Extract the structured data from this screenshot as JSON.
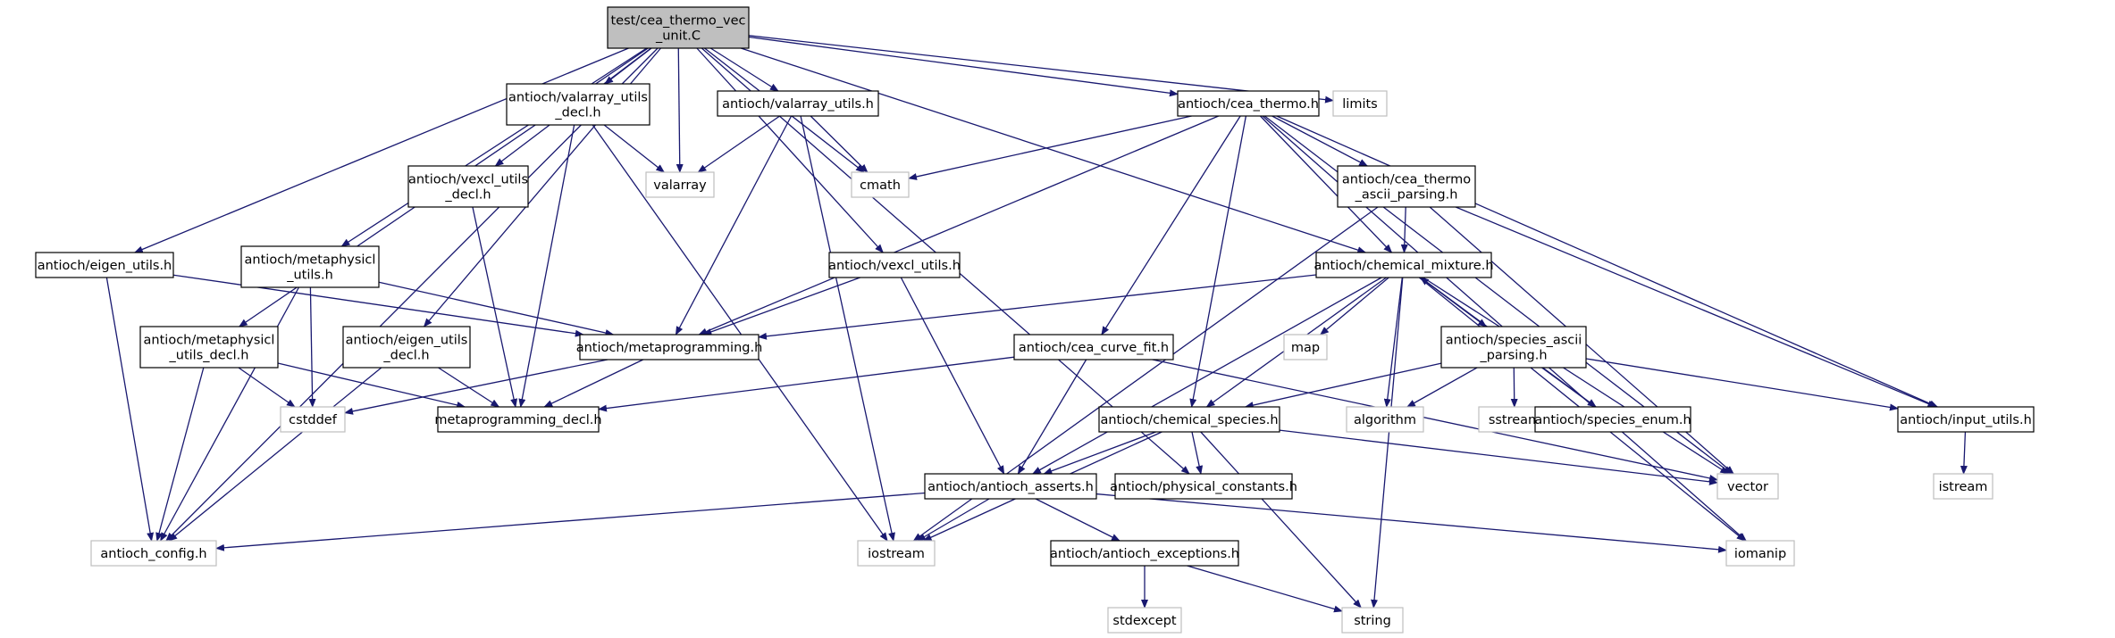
{
  "colors": {
    "edge": "#191970",
    "box_border": "#000000",
    "sys_border": "#bfbfbf",
    "root_fill": "#bfbfbf",
    "text": "#000000"
  },
  "nodes": {
    "root": {
      "lines": [
        "test/cea_thermo_vec",
        "_unit.C"
      ],
      "kind": "root"
    },
    "antioch_config": {
      "lines": [
        "antioch_config.h"
      ],
      "kind": "sys"
    },
    "limits": {
      "lines": [
        "limits"
      ],
      "kind": "sys"
    },
    "valarray": {
      "lines": [
        "valarray"
      ],
      "kind": "sys"
    },
    "cmath": {
      "lines": [
        "cmath"
      ],
      "kind": "sys"
    },
    "cstddef": {
      "lines": [
        "cstddef"
      ],
      "kind": "sys"
    },
    "iostream": {
      "lines": [
        "iostream"
      ],
      "kind": "sys"
    },
    "map": {
      "lines": [
        "map"
      ],
      "kind": "sys"
    },
    "algorithm": {
      "lines": [
        "algorithm"
      ],
      "kind": "sys"
    },
    "sstream": {
      "lines": [
        "sstream"
      ],
      "kind": "sys"
    },
    "vector": {
      "lines": [
        "vector"
      ],
      "kind": "sys"
    },
    "istream": {
      "lines": [
        "istream"
      ],
      "kind": "sys"
    },
    "iomanip": {
      "lines": [
        "iomanip"
      ],
      "kind": "sys"
    },
    "stdexcept": {
      "lines": [
        "stdexcept"
      ],
      "kind": "sys"
    },
    "string": {
      "lines": [
        "string"
      ],
      "kind": "sys"
    },
    "valarray_utils_decl": {
      "lines": [
        "antioch/valarray_utils",
        "_decl.h"
      ],
      "kind": "file"
    },
    "valarray_utils": {
      "lines": [
        "antioch/valarray_utils.h"
      ],
      "kind": "file"
    },
    "cea_thermo": {
      "lines": [
        "antioch/cea_thermo.h"
      ],
      "kind": "file"
    },
    "vexcl_utils_decl": {
      "lines": [
        "antioch/vexcl_utils",
        "_decl.h"
      ],
      "kind": "file"
    },
    "cea_thermo_ascii": {
      "lines": [
        "antioch/cea_thermo",
        "_ascii_parsing.h"
      ],
      "kind": "file"
    },
    "eigen_utils": {
      "lines": [
        "antioch/eigen_utils.h"
      ],
      "kind": "file"
    },
    "metaphysicl_utils": {
      "lines": [
        "antioch/metaphysicl",
        "_utils.h"
      ],
      "kind": "file"
    },
    "vexcl_utils": {
      "lines": [
        "antioch/vexcl_utils.h"
      ],
      "kind": "file"
    },
    "chemical_mixture": {
      "lines": [
        "antioch/chemical_mixture.h"
      ],
      "kind": "file"
    },
    "metaphysicl_utils_decl": {
      "lines": [
        "antioch/metaphysicl",
        "_utils_decl.h"
      ],
      "kind": "file"
    },
    "eigen_utils_decl": {
      "lines": [
        "antioch/eigen_utils",
        "_decl.h"
      ],
      "kind": "file"
    },
    "metaprogramming": {
      "lines": [
        "antioch/metaprogramming.h"
      ],
      "kind": "file"
    },
    "cea_curve_fit": {
      "lines": [
        "antioch/cea_curve_fit.h"
      ],
      "kind": "file"
    },
    "species_ascii": {
      "lines": [
        "antioch/species_ascii",
        "_parsing.h"
      ],
      "kind": "file"
    },
    "metaprogramming_decl": {
      "lines": [
        "metaprogramming_decl.h"
      ],
      "kind": "file"
    },
    "chemical_species": {
      "lines": [
        "antioch/chemical_species.h"
      ],
      "kind": "file"
    },
    "species_enum": {
      "lines": [
        "antioch/species_enum.h"
      ],
      "kind": "file"
    },
    "input_utils": {
      "lines": [
        "antioch/input_utils.h"
      ],
      "kind": "file"
    },
    "antioch_asserts": {
      "lines": [
        "antioch/antioch_asserts.h"
      ],
      "kind": "file"
    },
    "physical_constants": {
      "lines": [
        "antioch/physical_constants.h"
      ],
      "kind": "file"
    },
    "antioch_exceptions": {
      "lines": [
        "antioch/antioch_exceptions.h"
      ],
      "kind": "file"
    }
  },
  "edges": [
    [
      "root",
      "antioch_config"
    ],
    [
      "root",
      "eigen_utils"
    ],
    [
      "root",
      "metaphysicl_utils_decl"
    ],
    [
      "root",
      "metaphysicl_utils"
    ],
    [
      "root",
      "eigen_utils_decl"
    ],
    [
      "root",
      "vexcl_utils_decl"
    ],
    [
      "root",
      "valarray_utils_decl"
    ],
    [
      "root",
      "valarray"
    ],
    [
      "root",
      "valarray_utils"
    ],
    [
      "root",
      "cmath"
    ],
    [
      "root",
      "vexcl_utils"
    ],
    [
      "root",
      "physical_constants"
    ],
    [
      "root",
      "chemical_mixture"
    ],
    [
      "root",
      "cea_thermo"
    ],
    [
      "root",
      "limits"
    ],
    [
      "valarray_utils_decl",
      "valarray"
    ],
    [
      "valarray_utils_decl",
      "metaprogramming_decl"
    ],
    [
      "valarray_utils_decl",
      "iostream"
    ],
    [
      "valarray_utils",
      "valarray"
    ],
    [
      "valarray_utils",
      "cmath"
    ],
    [
      "valarray_utils",
      "metaprogramming"
    ],
    [
      "valarray_utils",
      "iostream"
    ],
    [
      "vexcl_utils_decl",
      "metaprogramming_decl"
    ],
    [
      "cea_thermo",
      "cmath"
    ],
    [
      "cea_thermo",
      "cea_thermo_ascii"
    ],
    [
      "cea_thermo",
      "chemical_mixture"
    ],
    [
      "cea_thermo",
      "metaprogramming"
    ],
    [
      "cea_thermo",
      "cea_curve_fit"
    ],
    [
      "cea_thermo",
      "chemical_species"
    ],
    [
      "cea_thermo",
      "input_utils"
    ],
    [
      "cea_thermo",
      "vector"
    ],
    [
      "cea_thermo",
      "iomanip"
    ],
    [
      "cea_thermo_ascii",
      "chemical_mixture"
    ],
    [
      "cea_thermo_ascii",
      "iostream"
    ],
    [
      "cea_thermo_ascii",
      "vector"
    ],
    [
      "cea_thermo_ascii",
      "input_utils"
    ],
    [
      "eigen_utils",
      "metaprogramming"
    ],
    [
      "eigen_utils",
      "antioch_config"
    ],
    [
      "metaphysicl_utils",
      "metaprogramming"
    ],
    [
      "metaphysicl_utils",
      "cstddef"
    ],
    [
      "metaphysicl_utils",
      "antioch_config"
    ],
    [
      "metaphysicl_utils_decl",
      "cstddef"
    ],
    [
      "metaphysicl_utils_decl",
      "metaprogramming_decl"
    ],
    [
      "metaphysicl_utils_decl",
      "antioch_config"
    ],
    [
      "eigen_utils_decl",
      "metaprogramming_decl"
    ],
    [
      "eigen_utils_decl",
      "antioch_config"
    ],
    [
      "vexcl_utils",
      "metaprogramming"
    ],
    [
      "vexcl_utils",
      "antioch_asserts"
    ],
    [
      "chemical_mixture",
      "metaprogramming"
    ],
    [
      "chemical_mixture",
      "map"
    ],
    [
      "chemical_mixture",
      "algorithm"
    ],
    [
      "chemical_mixture",
      "species_ascii"
    ],
    [
      "chemical_mixture",
      "species_enum"
    ],
    [
      "chemical_mixture",
      "vector"
    ],
    [
      "chemical_mixture",
      "chemical_species"
    ],
    [
      "chemical_mixture",
      "antioch_asserts"
    ],
    [
      "chemical_mixture",
      "iomanip"
    ],
    [
      "chemical_mixture",
      "string"
    ],
    [
      "species_ascii",
      "chemical_mixture"
    ],
    [
      "species_ascii",
      "algorithm"
    ],
    [
      "species_ascii",
      "sstream"
    ],
    [
      "species_ascii",
      "species_enum"
    ],
    [
      "species_ascii",
      "input_utils"
    ],
    [
      "species_ascii",
      "chemical_species"
    ],
    [
      "metaprogramming",
      "cstddef"
    ],
    [
      "metaprogramming",
      "metaprogramming_decl"
    ],
    [
      "cea_curve_fit",
      "metaprogramming_decl"
    ],
    [
      "cea_curve_fit",
      "antioch_asserts"
    ],
    [
      "cea_curve_fit",
      "vector"
    ],
    [
      "chemical_species",
      "antioch_asserts"
    ],
    [
      "chemical_species",
      "physical_constants"
    ],
    [
      "chemical_species",
      "vector"
    ],
    [
      "chemical_species",
      "iostream"
    ],
    [
      "chemical_species",
      "string"
    ],
    [
      "input_utils",
      "istream"
    ],
    [
      "antioch_asserts",
      "antioch_config"
    ],
    [
      "antioch_asserts",
      "iostream"
    ],
    [
      "antioch_asserts",
      "antioch_exceptions"
    ],
    [
      "antioch_asserts",
      "iomanip"
    ],
    [
      "antioch_exceptions",
      "stdexcept"
    ],
    [
      "antioch_exceptions",
      "string"
    ]
  ]
}
